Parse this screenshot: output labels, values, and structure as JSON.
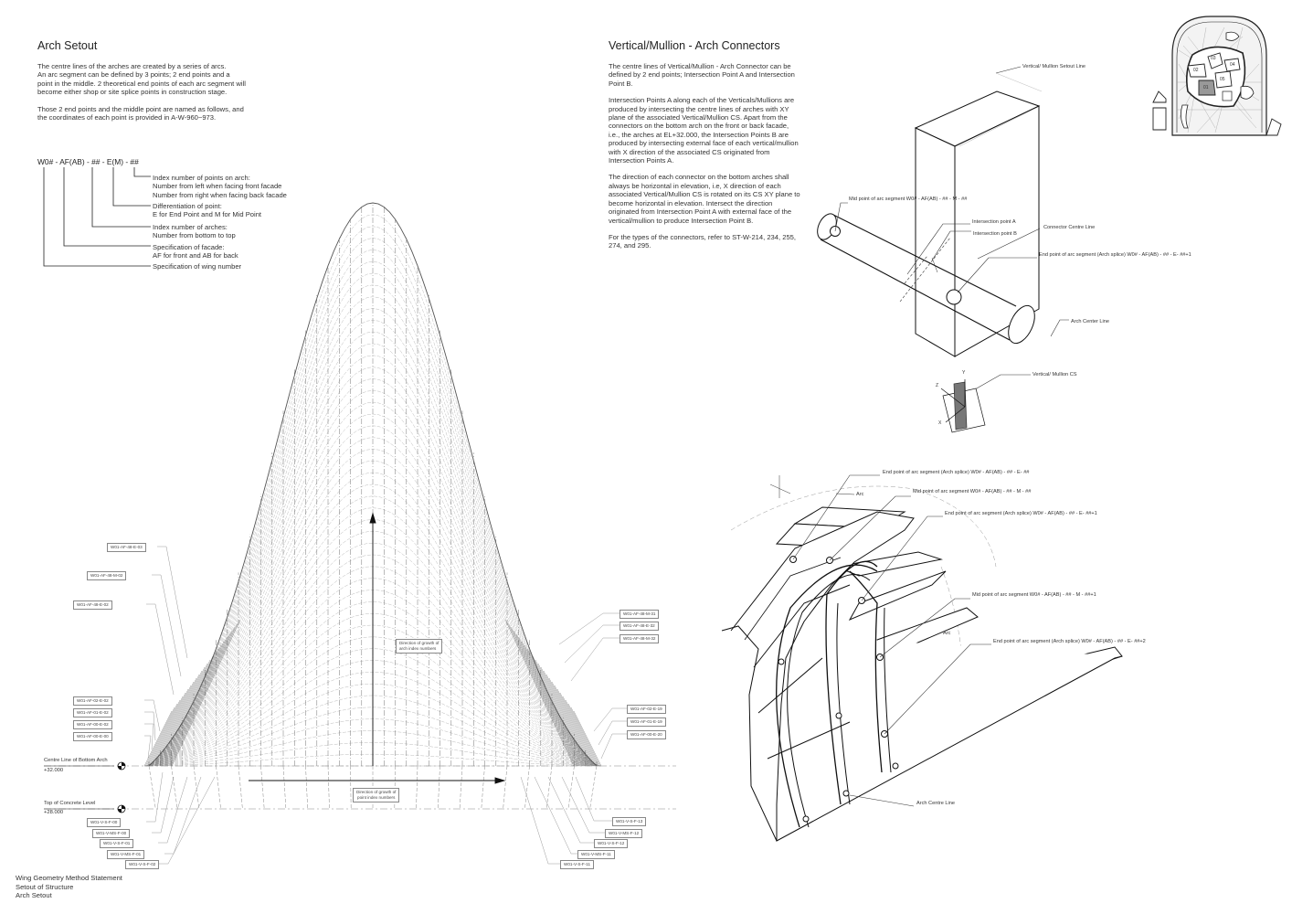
{
  "arch_setout": {
    "title": "Arch Setout",
    "paragraphs": [
      "The centre lines of the arches are created by a series of arcs.",
      "An arc segment can be defined by 3 points; 2 end points and a point in the middle. 2 theoretical end points of each arc segment will become either shop or site splice points in construction stage.",
      "Those 2 end points and the middle point are named as follows, and the coordinates of each point is provided in A-W-960~973."
    ],
    "code_format": "W0# - AF(AB) - ## - E(M) - ##",
    "legend": [
      "Index number of points on arch:\nNumber from left when facing front facade\nNumber from right when facing back facade",
      "Differentiation of point:\nE for End Point and M for Mid Point",
      "Index number of arches:\nNumber from bottom to top",
      "Specification of facade:\nAF for front and AB for back",
      "Specification of wing number"
    ]
  },
  "connectors": {
    "title": "Vertical/Mullion - Arch Connectors",
    "paragraphs": [
      "The centre lines of Vertical/Mullion - Arch Connector can be defined by 2 end points; Intersection Point A and Intersection Point B.",
      "Intersection Points A along each of the Verticals/Mullions are produced by intersecting the centre lines of arches with XY plane of the associated Vertical/Mullion CS. Apart from the connectors on the bottom arch on the front or back facade, i.e., the arches at EL+32.000, the Intersection Points B are produced by intersecting external face of each vertical/mullion with X direction of the associated CS originated from Intersection Points A.",
      "The direction of each connector on the bottom arches shall always be horizontal in elevation, i.e, X direction of each associated Vertical/Mullion CS is rotated on its CS XY plane to become horizontal in elevation. Intersect the direction originated from Intersection Point A with external face of the vertical/mullion to produce Intersection Point B.",
      "For the types of the connectors, refer to ST-W-214, 234, 255, 274, and 295."
    ]
  },
  "key_plan": {
    "labels": [
      "01",
      "02",
      "03",
      "04",
      "05"
    ]
  },
  "connector_diagram": {
    "labels": [
      "Vertical/ Mullion\nSetout Line",
      "Mid point of arc segment\nW0# - AF(AB) - ## - M - ##",
      "Intersection point A",
      "Connector Centre Line",
      "Intersection point B",
      "End point of arc segment (Arch splice)\nW0# - AF(AB) - ## - E- ##+1",
      "Arch Center Line",
      "Vertical/ Mullion CS"
    ],
    "axes": [
      "X",
      "Y",
      "Z"
    ]
  },
  "arch_iso": {
    "labels": [
      "End point of arc segment (Arch splice)\nW0# - AF(AB) - ## - E- ##",
      "Arc",
      "Mid point of arc segment\nW0# - AF(AB) - ## - M - ##",
      "End point of arc segment (Arch splice)\nW0# - AF(AB) - ## - E- ##+1",
      "Mid point of arc segment\nW0# - AF(AB) - ## - M - ##+1",
      "Arc",
      "End point of arc segment (Arch splice)\nW0# - AF(AB) - ## - E- ##+2",
      "Arch Centre Line"
    ]
  },
  "elevation": {
    "left_tags": [
      "W01-AF-48-E-03",
      "W01-AF-48-M-02",
      "W01-AF-48-E-02",
      "W01-AF-02-E-02",
      "W01-AF-01-E-02",
      "W01-AF-00-E-02",
      "W01-AF-00-E-00"
    ],
    "right_tags": [
      "W01-AF-48-M-31",
      "W01-AF-48-E-32",
      "W01-AF-48-M-32",
      "W01-AF-02-E-19",
      "W01-AF-01-E-19",
      "W01-AF-00-E-20"
    ],
    "bottom_left_tags": [
      "W01-V-S-F-00",
      "W01-V-MS-F-00",
      "W01-V-S-F-01",
      "W01-V-MS-F-01",
      "W01-V-S-F-02"
    ],
    "bottom_right_tags": [
      "W01-V-S-F-13",
      "W01-V-MS-F-12",
      "W01-V-S-F-12",
      "W01-V-MS-F-11",
      "W01-V-S-F-11"
    ],
    "growth_arch": "Direction of growth of\narch index numbers",
    "growth_point": "Direction of growth of\npoint index numbers",
    "level_bottom_arch": "Centre Line of Bottom Arch",
    "level_bottom_arch_value": "+32.000",
    "level_concrete": "Top of Concrete Level",
    "level_concrete_value": "+28.000"
  },
  "footer": [
    "Wing Geometry Method Statement",
    "Setout of Structure",
    "Arch Setout"
  ]
}
